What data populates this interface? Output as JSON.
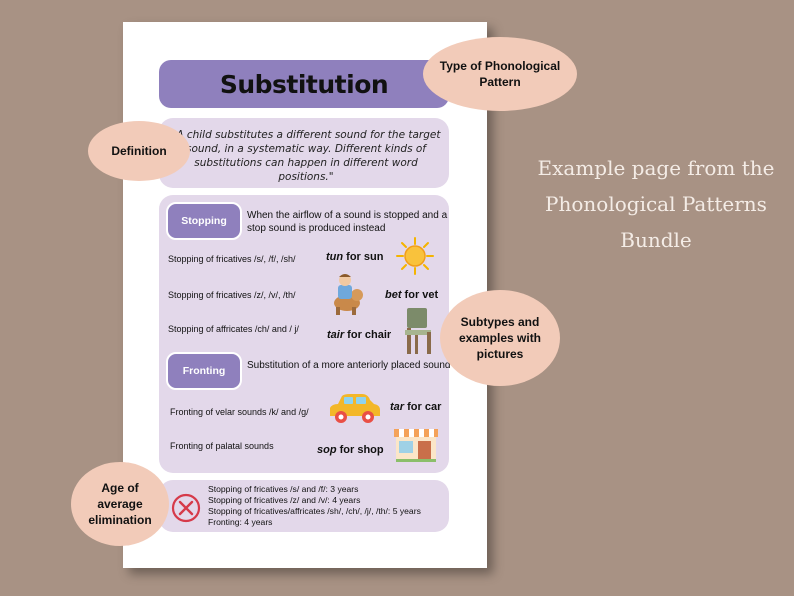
{
  "title": "Substitution",
  "definition": "\"A child substitutes a different sound for the target sound, in a systematic way. Different kinds of substitutions can happen in different word positions.\"",
  "stopping": {
    "chip": "Stopping",
    "description": "When the airflow of a sound is stopped and a stop sound is produced instead",
    "rows": [
      {
        "label": "Stopping of fricatives /s/, /f/, /sh/",
        "target": "tun",
        "rest": " for sun",
        "icon": "sun-icon"
      },
      {
        "label": "Stopping of fricatives /z/, /v/, /th/",
        "target": "bet",
        "rest": " for vet",
        "icon": "vet-boy-dog-icon"
      },
      {
        "label": "Stopping of affricates /ch/ and / j/",
        "target": "tair",
        "rest": " for chair",
        "icon": "chair-icon"
      }
    ]
  },
  "fronting": {
    "chip": "Fronting",
    "description": "Substitution of a more anteriorly placed sound",
    "rows": [
      {
        "label": "Fronting of velar sounds /k/ and /g/",
        "target": "tar",
        "rest": " for car",
        "icon": "car-icon"
      },
      {
        "label": "Fronting of palatal sounds",
        "target": "sop",
        "rest": " for shop",
        "icon": "shop-icon"
      }
    ]
  },
  "age": {
    "lines": [
      "Stopping of fricatives /s/ and /f/: 3 years",
      "Stopping of fricatives /z/ and /v/: 4 years",
      "Stopping of fricatives/affricates /sh/, /ch/, /j/, /th/: 5 years",
      "Fronting: 4 years"
    ],
    "icon": "x-circle-icon"
  },
  "callouts": {
    "type": "Type of Phonological Pattern",
    "definition": "Definition",
    "subtypes": "Subtypes and examples with pictures",
    "age": "Age of average elimination"
  },
  "side_text": [
    "Example page from the",
    "Phonological Patterns",
    "Bundle"
  ],
  "colors": {
    "background": "#a89284",
    "accent_purple": "#8f80bd",
    "panel_lavender": "#e3d8ea",
    "bubble_peach": "#f2cbb9",
    "x_red": "#d63a4a"
  }
}
